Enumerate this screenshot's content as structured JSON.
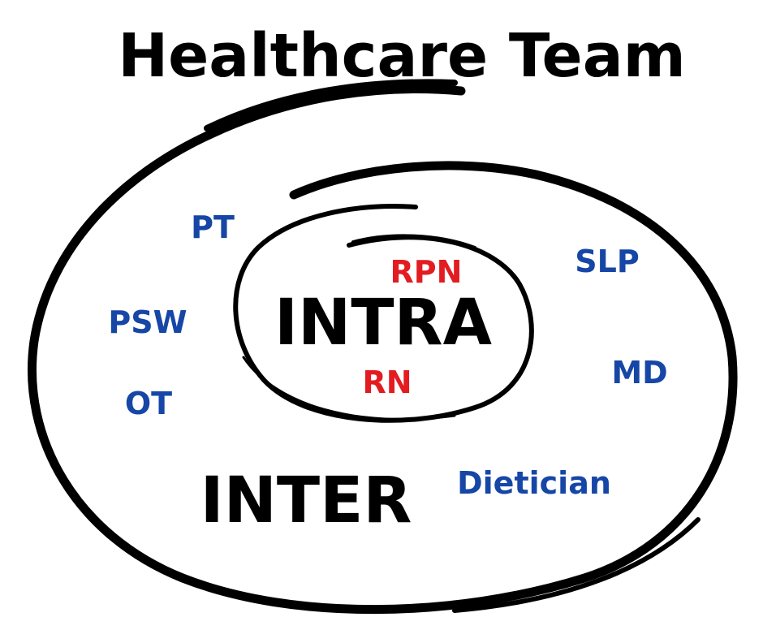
{
  "title": "Healthcare Team",
  "inner_label": "INTRA",
  "outer_label": "INTER",
  "intra_roles": [
    "RPN",
    "RN"
  ],
  "inter_roles": [
    "PT",
    "SLP",
    "PSW",
    "MD",
    "OT",
    "Dietician"
  ],
  "colors": {
    "ink": "#000000",
    "intra_role": "#e21c21",
    "inter_role": "#1646a6",
    "background": "#ffffff"
  }
}
